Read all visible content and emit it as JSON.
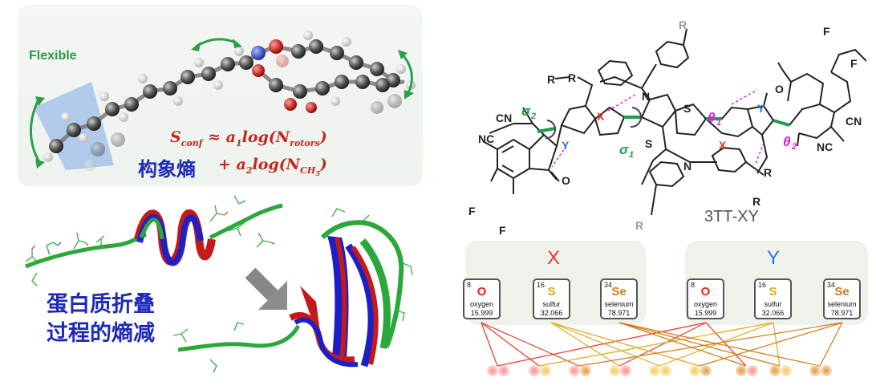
{
  "molecule_panel": {
    "flexible_label": "Flexible",
    "cn_label": "构象熵",
    "formula_line1": "S",
    "formula_line1_sub": "conf",
    "formula_line1_rest": " ≈ a",
    "formula_line1_rest_sub": "1",
    "formula_line1_log": "log(N",
    "formula_line1_log_sub": "rotors",
    "formula_line1_end": ")",
    "formula_line2_plus": "+ a",
    "formula_line2_plus_sub": "2",
    "formula_line2_log": "log(N",
    "formula_line2_log_sub": "CH",
    "formula_line2_log_subsub": "3",
    "formula_line2_end": ")"
  },
  "protein_panel": {
    "label_line1": "蛋白质折叠",
    "label_line2": "过程的熵减"
  },
  "chem_panel": {
    "compound_name": "3TT-XY",
    "sub_R": "R",
    "sub_F": "F",
    "sub_CN": "CN",
    "sub_NC": "NC",
    "atom_S": "S",
    "atom_N": "N",
    "atom_O": "O",
    "atom_X": "X",
    "atom_Y": "Y",
    "sigma1": "σ",
    "sigma1_sub": "1",
    "sigma2": "σ",
    "sigma2_sub": "2",
    "theta1": "θ",
    "theta1_sub": "1",
    "theta2": "θ",
    "theta2_sub": "2",
    "colors": {
      "green": "#1e9e4a",
      "magenta": "#e41ce0",
      "red": "#e8382a",
      "blue": "#2d74d6",
      "dark": "#222222"
    }
  },
  "element_table": {
    "x_label": "X",
    "y_label": "Y",
    "x_color": "#e8382a",
    "y_color": "#2d74d6",
    "elements": [
      {
        "number": "8",
        "symbol": "O",
        "name": "oxygen",
        "mass": "15.999",
        "color": "#e8251b"
      },
      {
        "number": "16",
        "symbol": "S",
        "name": "sulfur",
        "mass": "32.066",
        "color": "#e0a81a"
      },
      {
        "number": "34",
        "symbol": "Se",
        "name": "selenium",
        "mass": "78.971",
        "color": "#d07a14"
      },
      {
        "number": "8",
        "symbol": "O",
        "name": "oxygen",
        "mass": "15.999",
        "color": "#e8251b"
      },
      {
        "number": "16",
        "symbol": "S",
        "name": "sulfur",
        "mass": "32.066",
        "color": "#e0a81a"
      },
      {
        "number": "34",
        "symbol": "Se",
        "name": "selenium",
        "mass": "78.971",
        "color": "#d07a14"
      }
    ]
  }
}
